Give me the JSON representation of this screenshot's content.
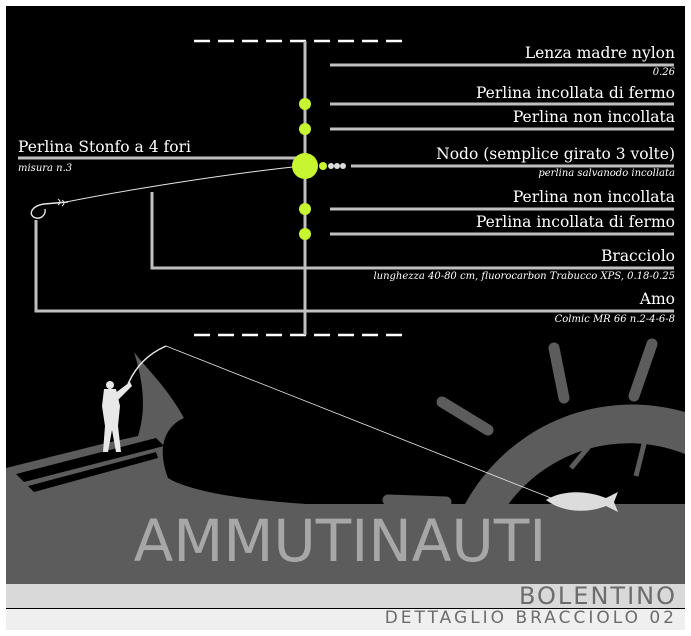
{
  "labels": {
    "main_line": "Lenza madre nylon",
    "main_line_size": "0.26",
    "bead_glued_top": "Perlina incollata di fermo",
    "bead_free_top": "Perlina non incollata",
    "float_bead": "Perlina Stonfo a 4 fori",
    "float_bead_size": "misura n.3",
    "knot": "Nodo (semplice girato 3 volte)",
    "knot_note": "perlina salvanodo incollata",
    "bead_free_bottom": "Perlina non incollata",
    "bead_glued_bottom": "Perlina incollata di fermo",
    "leader": "Bracciolo",
    "leader_spec": "lunghezza 40-80 cm, fluorocarbon Trabucco XPS, 0.18-0.25",
    "hook": "Amo",
    "hook_spec": "Colmic MR 66 n.2-4-6-8"
  },
  "brand": {
    "name": "AMMUTINAUTI",
    "section": "BOLENTINO",
    "subtitle": "DETTAGLIO BRACCIOLO 02"
  },
  "colors": {
    "background": "#000000",
    "line": "#bfbfbf",
    "bead": "#c8f531",
    "brand_text": "#a7a7a7",
    "footer_text": "#6c6c6c"
  }
}
